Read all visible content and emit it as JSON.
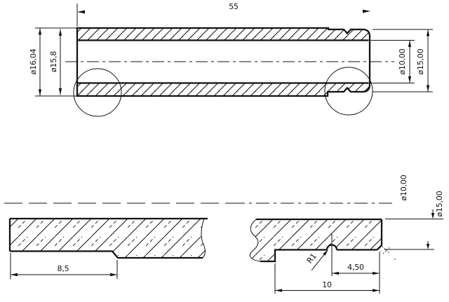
{
  "drawing": {
    "main_view": {
      "length": "55",
      "dia_outer_left": "ø16,04",
      "dia_step_left": "ø15,8",
      "dia_bore": "ø10,00",
      "dia_end": "ø15,00"
    },
    "detail_left": {
      "step_length": "8,5"
    },
    "detail_right": {
      "groove_radius": "R1",
      "groove_to_end": "4,50",
      "end_section_length": "10",
      "dia_bore": "ø10,00",
      "dia_outer": "ø15,00"
    },
    "colors": {
      "line": "#111111",
      "background": "#ffffff"
    }
  }
}
